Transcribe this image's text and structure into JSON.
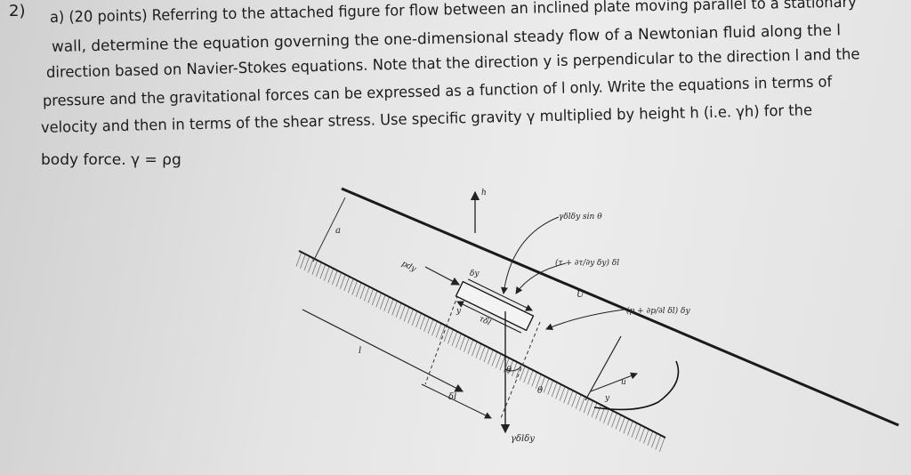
{
  "problem": {
    "number": "2)",
    "lines": [
      "a) (20 points) Referring to the attached figure for flow between an inclined plate moving parallel to a stationary",
      "wall, determine the equation governing the one-dimensional steady flow of a Newtonian fluid along the l",
      "direction based on Navier-Stokes equations. Note that the direction y is perpendicular to the direction l and the",
      "pressure and the gravitational forces can be expressed as a function of l only. Write the equations in terms of",
      "velocity and then in terms of the shear stress. Use specific gravity γ multiplied by height h (i.e. γh) for the",
      "body force. γ = ρg"
    ]
  },
  "figure": {
    "labels": {
      "h": "h",
      "a": "a",
      "shear_top": "γδlδy sin θ",
      "shear_stress": "(τ + ∂τ/∂y δy) δl",
      "pdy": "pdy",
      "dy": "δy",
      "U": "U",
      "pressure": "(p + ∂p/∂l δl) δy",
      "y_left": "y",
      "tdl": "τδl",
      "theta_upper": "θ",
      "theta_lower": "θ",
      "l": "l",
      "dl": "δl",
      "u": "u",
      "y_right": "y",
      "weight": "γδlδy"
    }
  }
}
